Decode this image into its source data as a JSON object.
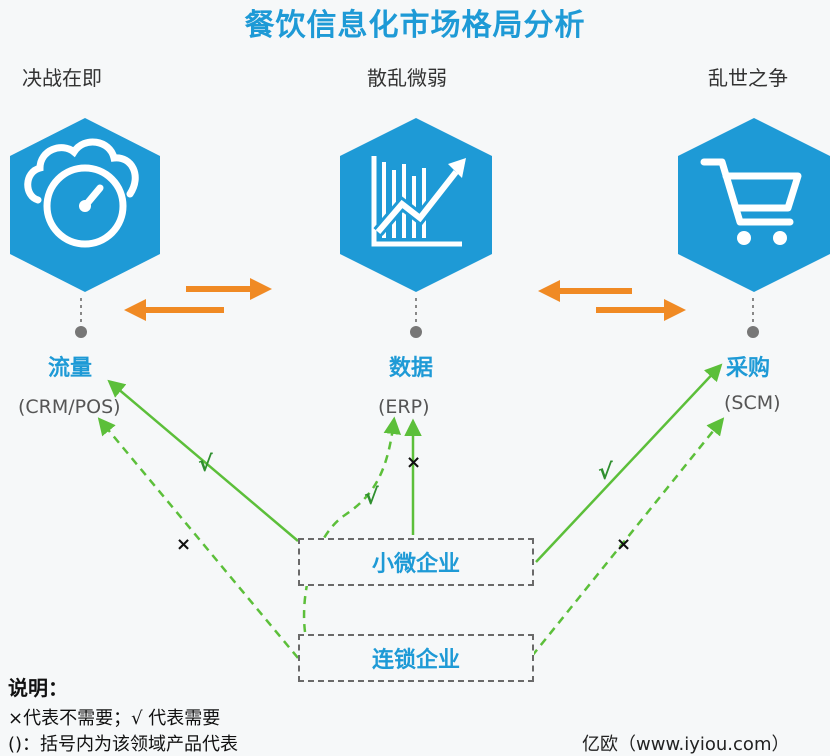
{
  "title": "餐饮信息化市场格局分析",
  "columns": [
    {
      "phase": "决战在即",
      "domain": "流量",
      "product": "(CRM/POS)",
      "icon": "gauge-cloud-icon"
    },
    {
      "phase": "散乱微弱",
      "domain": "数据",
      "product": "(ERP)",
      "icon": "rising-chart-icon"
    },
    {
      "phase": "乱世之争",
      "domain": "采购",
      "product": "(SCM)",
      "icon": "shopping-cart-icon"
    }
  ],
  "boxes": {
    "small": "小微企业",
    "chain": "连锁企业"
  },
  "marks": {
    "check": "√",
    "cross": "×"
  },
  "legend": {
    "title": "说明：",
    "line1": "×代表不需要；√ 代表需要",
    "line2": "()：括号内为该领域产品代表"
  },
  "source": "亿欧（www.iyiou.com）",
  "colors": {
    "hex": "#1e9ad6",
    "title": "#1e9ad6",
    "orange_arrow": "#f08a24",
    "green_line": "#5cbf3a",
    "dot": "#777777"
  }
}
